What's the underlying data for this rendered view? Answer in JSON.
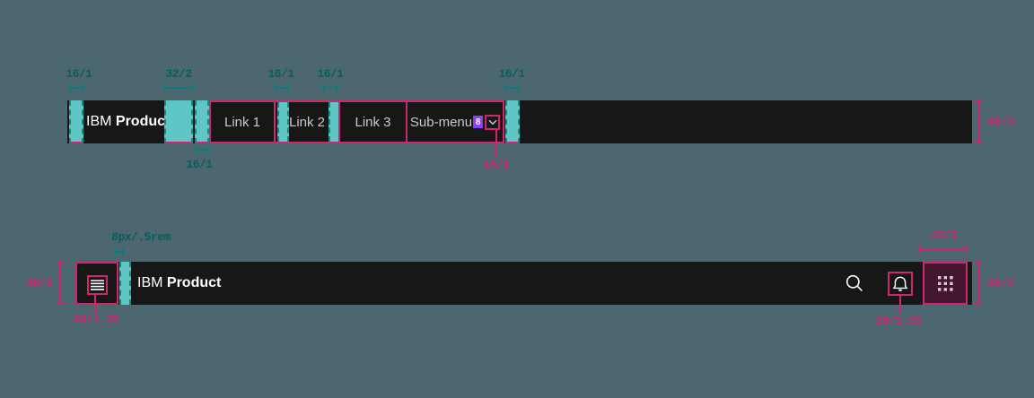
{
  "colors": {
    "page_background": "#4D6770",
    "bar_background": "#171717",
    "annotation_teal_fill": "#5FC5C5",
    "annotation_teal_text": "#075E5E",
    "annotation_pink": "#D02670",
    "switcher_highlight_fill": "#44172F",
    "badge_purple": "#8A3FFC",
    "link_text": "#C9C9C9"
  },
  "bar1": {
    "brand": {
      "prefix": "IBM ",
      "name": "Product"
    },
    "links": [
      "Link 1",
      "Link 2",
      "Link 3"
    ],
    "submenu": {
      "label": "Sub-menu",
      "badge": "8"
    },
    "annotations": {
      "top": [
        "16/1",
        "32/2",
        "16/1",
        "16/1",
        "16/1"
      ],
      "below_left_padding": "16/1",
      "below_chevron": "16/1",
      "bar_height": "48/3"
    }
  },
  "bar2": {
    "brand": {
      "prefix": "IBM ",
      "name": "Product"
    },
    "annotations": {
      "menu_button_gap": "8px/.5rem",
      "menu_icon_size": "20/1.25",
      "bell_icon_size": "20/1.25",
      "bar_height_left": "48/3",
      "bar_height_right": "48/3",
      "switcher_width": "48/3"
    }
  }
}
